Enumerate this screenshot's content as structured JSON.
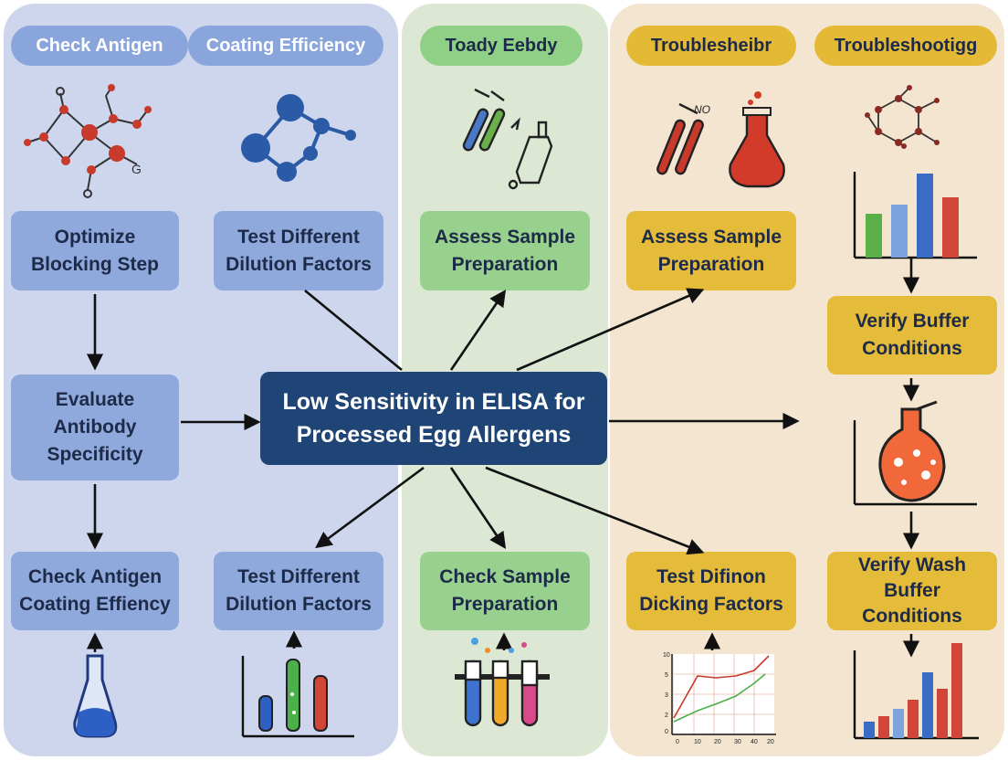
{
  "header_pills": [
    {
      "label": "Check Antigen"
    },
    {
      "label": "Coating Efficiency"
    },
    {
      "label": "Toady Eebdy"
    },
    {
      "label": "Troublesheibr"
    },
    {
      "label": "Troubleshootigg"
    }
  ],
  "boxes": {
    "optimize_blocking": {
      "line1": "Optimize",
      "line2": "Blocking Step"
    },
    "test_dilution_top": {
      "line1": "Test Different",
      "line2": "Dilution Factors"
    },
    "assess_sample_green": {
      "line1": "Assess Sample",
      "line2": "Preparation"
    },
    "assess_sample_gold": {
      "line1": "Assess Sample",
      "line2": "Preparation"
    },
    "verify_buffer": {
      "line1": "Verify Buffer",
      "line2": "Conditions"
    },
    "evaluate_antibody": {
      "line1": "Evaluate",
      "line2": "Antibody",
      "line3": "Specificity"
    },
    "check_antigen_bottom": {
      "line1": "Check Antigen",
      "line2": "Coating Effiency"
    },
    "test_dilution_bottom": {
      "line1": "Test Different",
      "line2": "Dilution Factors"
    },
    "check_sample": {
      "line1": "Check Sample",
      "line2": "Preparation"
    },
    "test_difinon": {
      "line1": "Test Difinon",
      "line2": "Dicking Factors"
    },
    "verify_wash": {
      "line1": "Verify Wash",
      "line2": "Buffer",
      "line3": "Conditions"
    }
  },
  "central": {
    "line1": "Low Sensitivity in ELISA for",
    "line2": "Processed Egg Allergens"
  },
  "icon_labels": {
    "no_mark": "NO",
    "g_mark": "G"
  },
  "line_chart_ticks": {
    "y": [
      "10",
      "5",
      "3",
      "2",
      "0"
    ],
    "x": [
      "0",
      "10",
      "20",
      "30",
      "40",
      "20"
    ]
  },
  "colors": {
    "blue_panel": "#cdd6ec",
    "green_panel": "#dce8d4",
    "tan_panel": "#f3e5cf",
    "central_box": "#1f4577",
    "arrow": "#111111"
  }
}
